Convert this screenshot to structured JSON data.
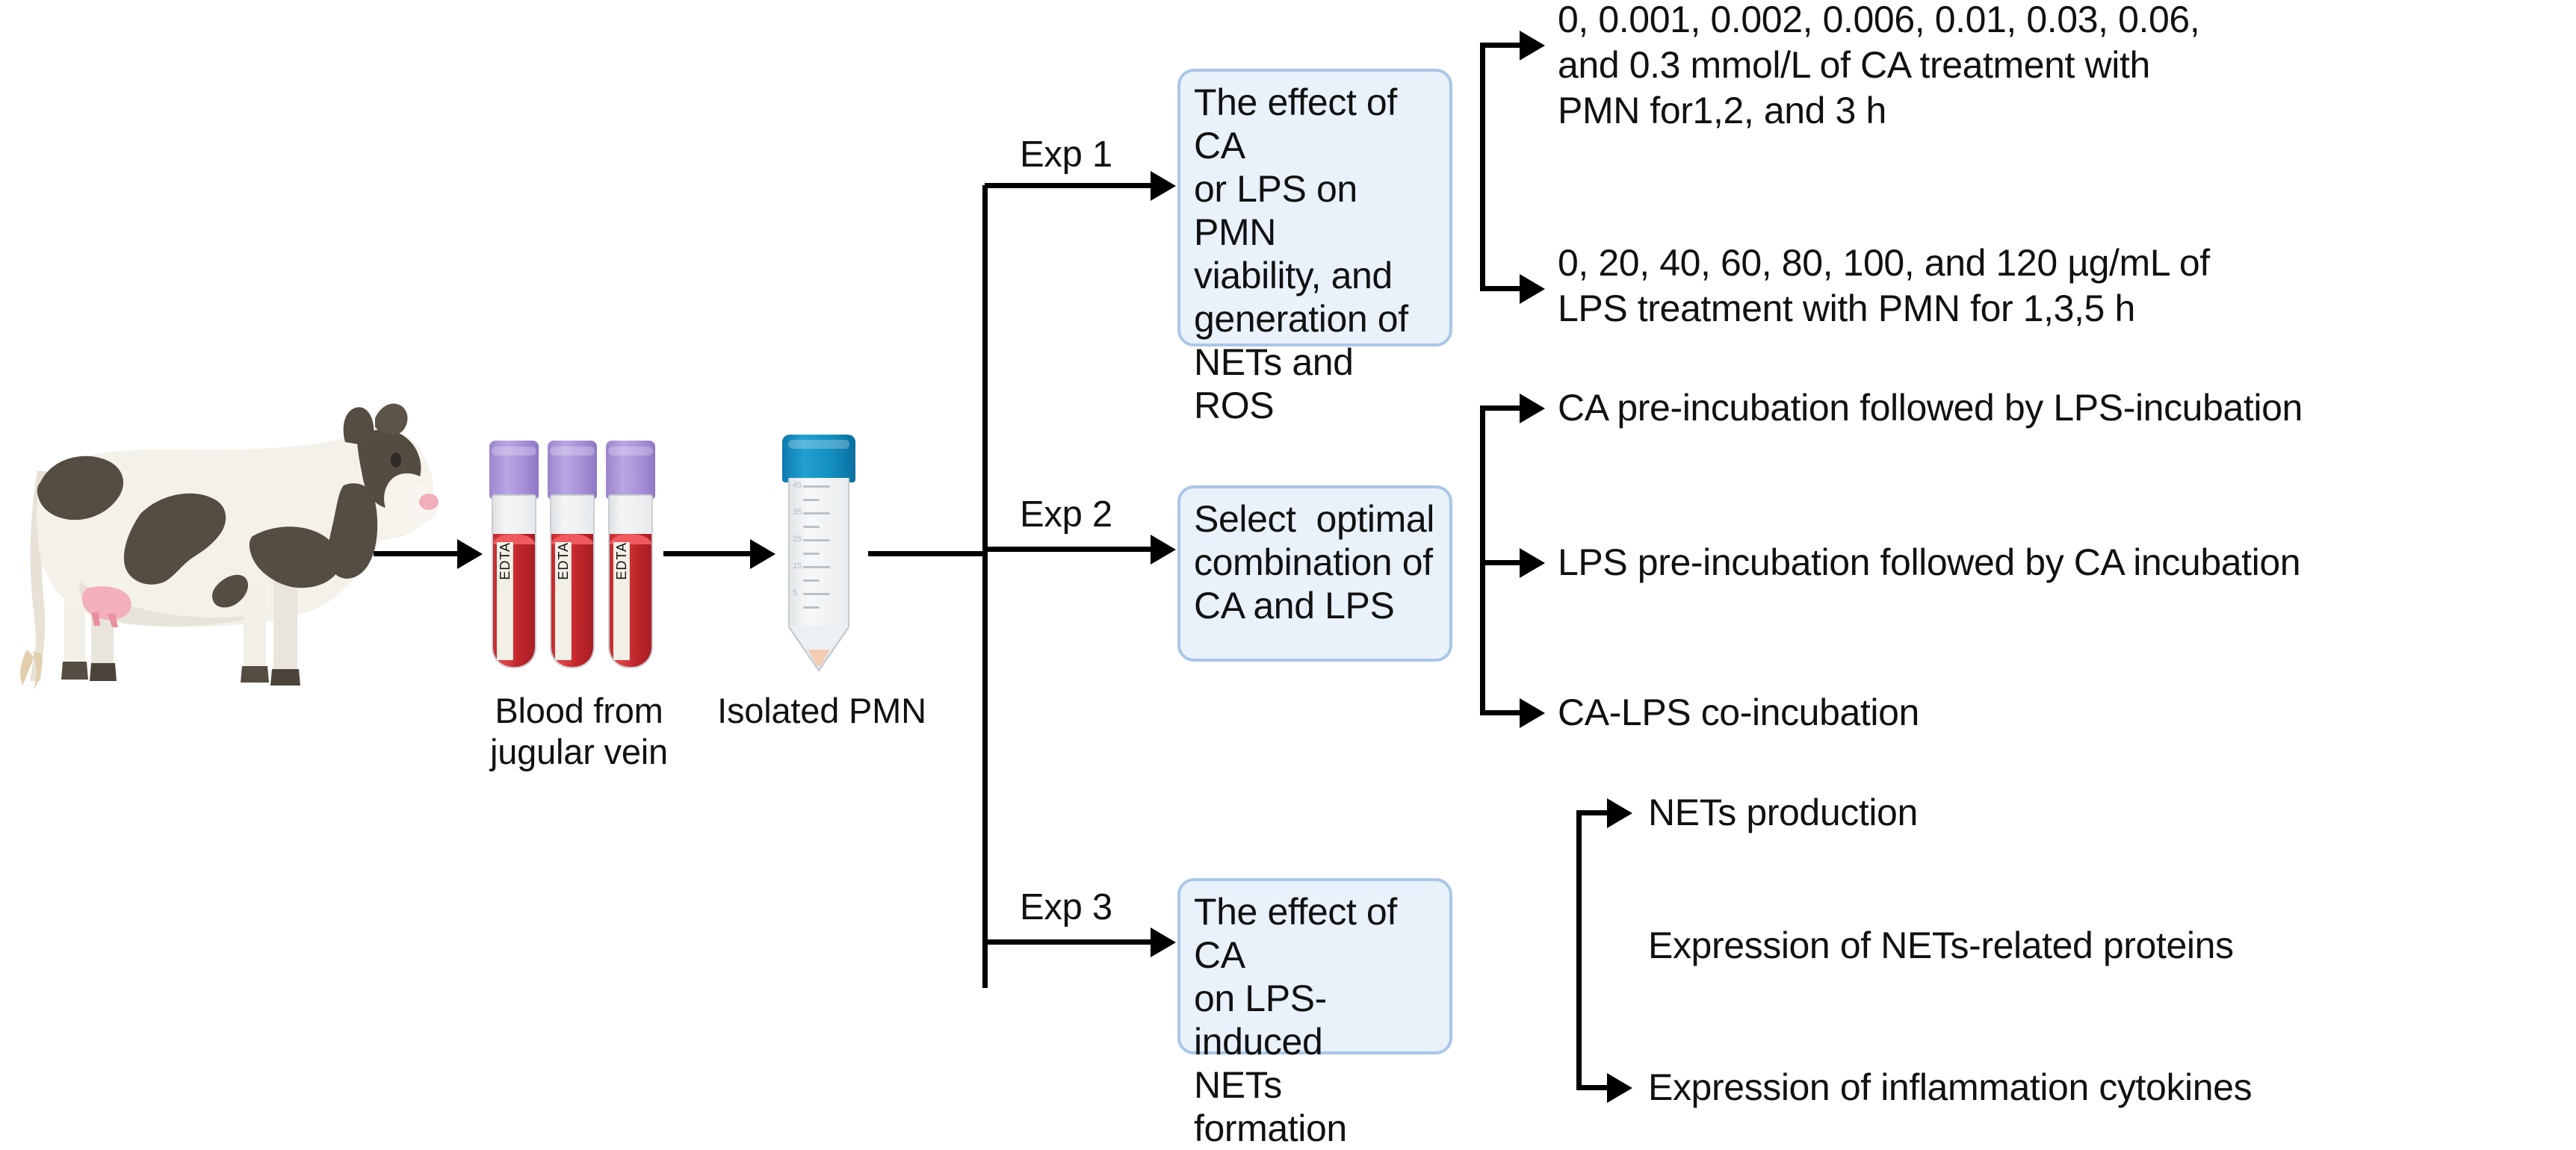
{
  "diagram": {
    "title": "Experimental design workflow: CA and LPS effects on bovine PMN",
    "accent_box_fill": "#e9f1fb",
    "accent_box_border": "#a9c6e8",
    "connector_color": "#000000"
  },
  "source_stage": {
    "animal_label": "cow",
    "blood_caption": "Blood from\njugular vein",
    "tube_label": "EDTA",
    "tube_count": 3,
    "tube_cap_color": "#a890d8",
    "blood_color": "#c1272b",
    "pmn_caption": "Isolated PMN",
    "pmn_cap_color": "#1390c2"
  },
  "experiments": [
    {
      "branch_label": "Exp 1",
      "box_text": "The effect of CA\nor LPS on PMN\nviability, and\ngeneration of\nNETs and ROS",
      "outcomes": [
        "0, 0.001, 0.002, 0.006, 0.01, 0.03, 0.06,\nand 0.3 mmol/L of CA treatment with\nPMN for1,2, and 3 h",
        "0, 20, 40, 60, 80, 100, and 120 µg/mL of\nLPS treatment with PMN for 1,3,5 h"
      ]
    },
    {
      "branch_label": "Exp 2",
      "box_text": "Select  optimal\ncombination of\nCA and LPS",
      "outcomes": [
        "CA pre-incubation followed by LPS-incubation",
        "LPS pre-incubation followed by CA incubation",
        "CA-LPS co-incubation"
      ]
    },
    {
      "branch_label": "Exp 3",
      "box_text": "The effect of CA\non LPS-induced\nNETs formation",
      "outcomes": [
        "NETs production",
        "Expression of NETs-related proteins",
        "Expression of inflammation cytokines"
      ]
    }
  ]
}
